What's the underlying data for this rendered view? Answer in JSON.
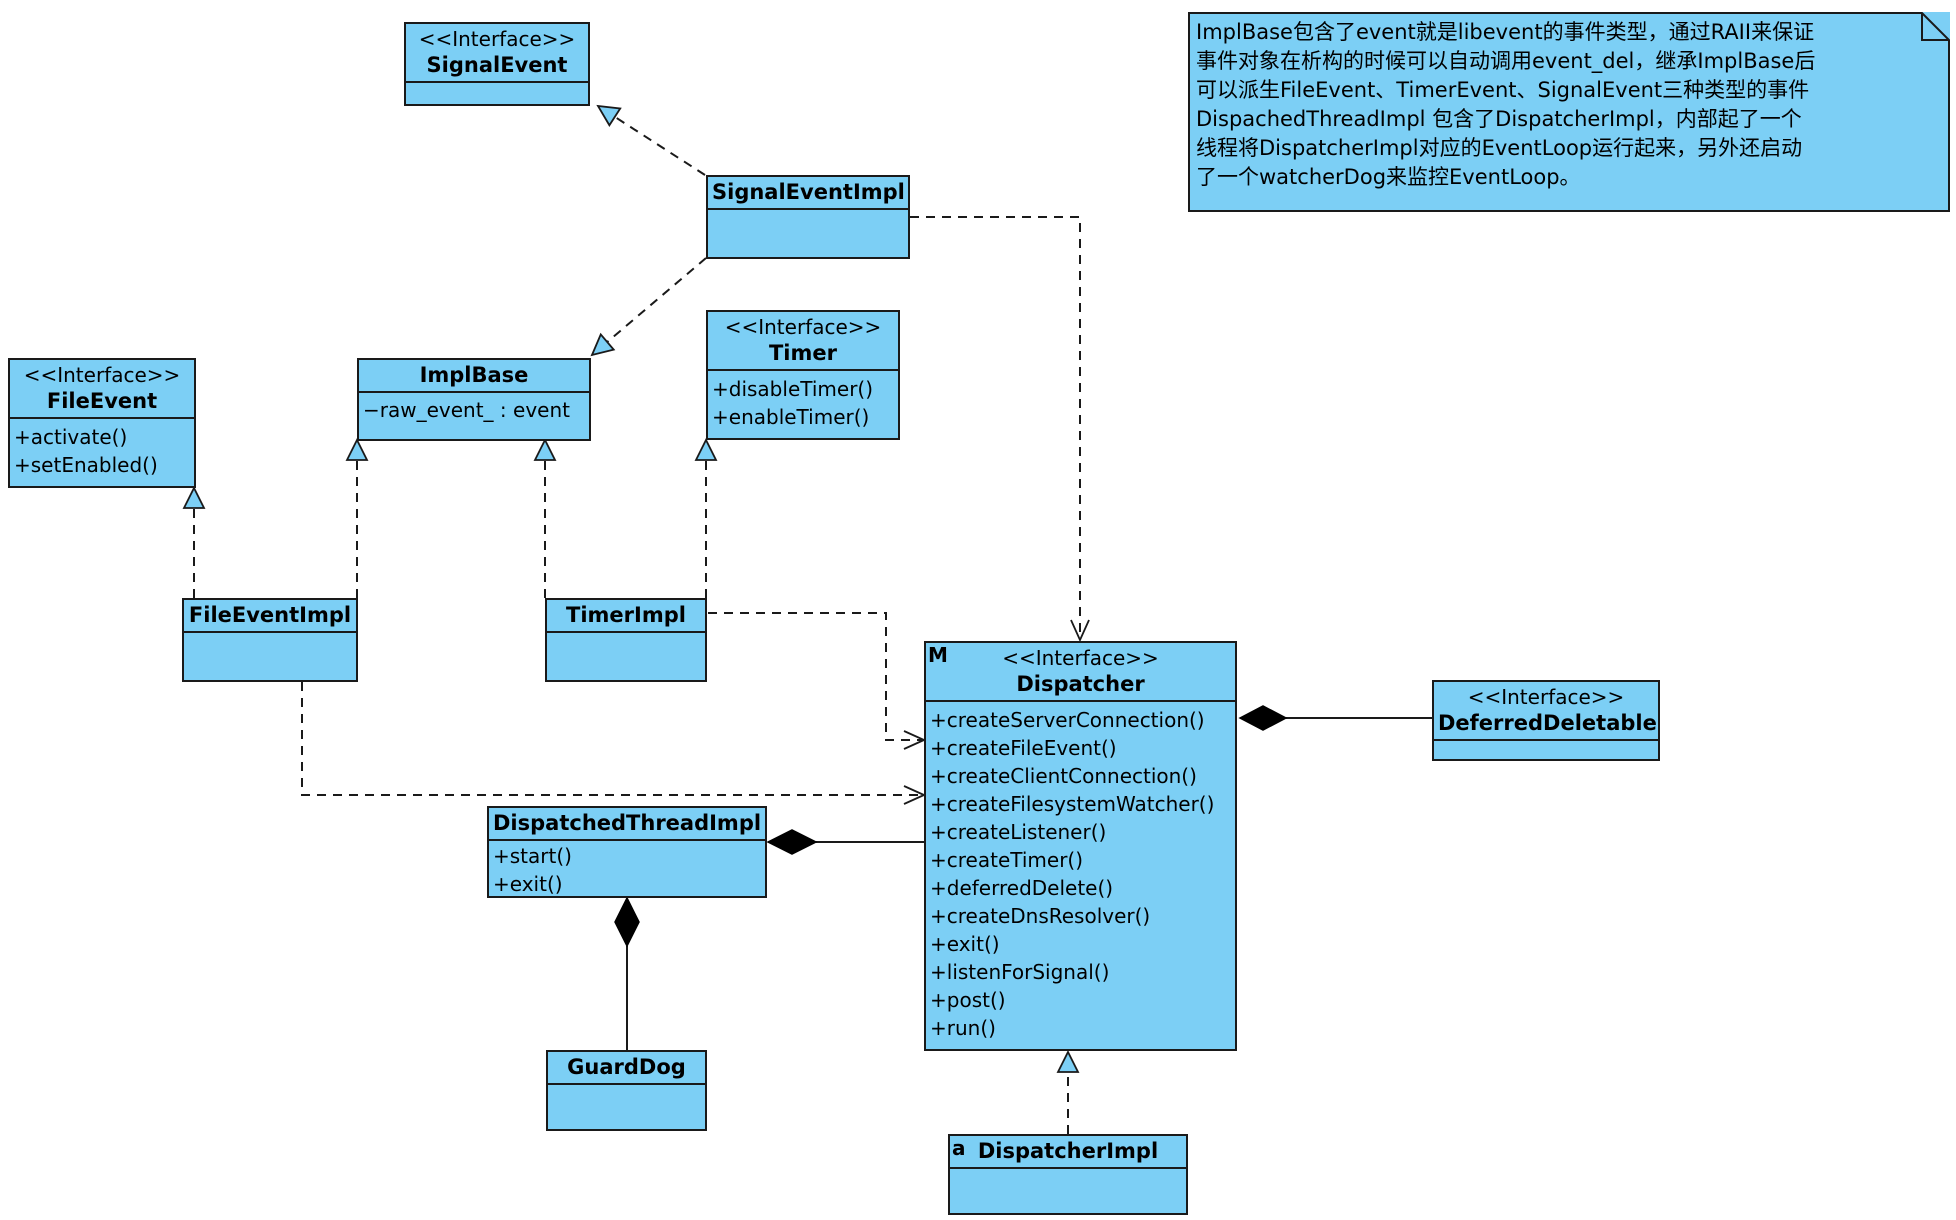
{
  "note": {
    "lines": [
      "ImplBase包含了event就是libevent的事件类型，通过RAII来保证",
      "事件对象在析构的时候可以自动调用event_del，继承ImplBase后",
      "可以派生FileEvent、TimerEvent、SignalEvent三种类型的事件",
      "DispachedThreadImpl 包含了DispatcherImpl，内部起了一个",
      "线程将DispatcherImpl对应的EventLoop运行起来，另外还启动",
      "了一个watcherDog来监控EventLoop。"
    ]
  },
  "classes": {
    "signal_event": {
      "stereotype": "<<Interface>>",
      "name": "SignalEvent"
    },
    "signal_event_impl": {
      "name": "SignalEventImpl"
    },
    "timer": {
      "stereotype": "<<Interface>>",
      "name": "Timer",
      "operations": [
        "+disableTimer()",
        "+enableTimer()"
      ]
    },
    "impl_base": {
      "name": "ImplBase",
      "attributes": [
        "−raw_event_ : event"
      ]
    },
    "file_event": {
      "stereotype": "<<Interface>>",
      "name": "FileEvent",
      "operations": [
        "+activate()",
        "+setEnabled()"
      ]
    },
    "file_event_impl": {
      "name": "FileEventImpl"
    },
    "timer_impl": {
      "name": "TimerImpl"
    },
    "dispatcher": {
      "badge": "M",
      "stereotype": "<<Interface>>",
      "name": "Dispatcher",
      "operations": [
        "+createServerConnection()",
        "+createFileEvent()",
        "+createClientConnection()",
        "+createFilesystemWatcher()",
        "+createListener()",
        "+createTimer()",
        "+deferredDelete()",
        "+createDnsResolver()",
        "+exit()",
        "+listenForSignal()",
        "+post()",
        "+run()"
      ]
    },
    "deferred_deletable": {
      "stereotype": "<<Interface>>",
      "name": "DeferredDeletable"
    },
    "dispatched_thread_impl": {
      "name": "DispatchedThreadImpl",
      "operations": [
        "+start()",
        "+exit()"
      ]
    },
    "guard_dog": {
      "name": "GuardDog"
    },
    "dispatcher_impl": {
      "badge": "a",
      "name": "DispatcherImpl"
    }
  },
  "colors": {
    "class_fill": "#7ccff5",
    "line": "#1a1a1a",
    "background": "#ffffff"
  }
}
